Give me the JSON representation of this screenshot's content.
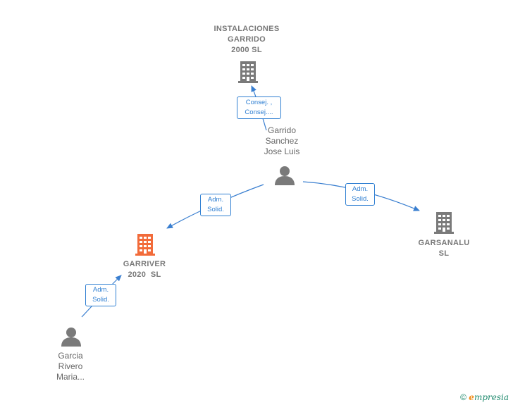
{
  "nodes": {
    "instalaciones": {
      "label_lines": [
        "INSTALACIONES",
        "GARRIDO",
        "2000 SL"
      ],
      "icon": "building-icon",
      "color": "#7a7a7a"
    },
    "garrido_person": {
      "label_lines": [
        "Garrido",
        "Sanchez",
        "Jose Luis"
      ],
      "icon": "person-icon",
      "color": "#7a7a7a"
    },
    "garsanalu": {
      "label_lines": [
        "GARSANALU",
        "SL"
      ],
      "icon": "building-icon",
      "color": "#7a7a7a"
    },
    "garriver": {
      "label_lines": [
        "GARRIVER",
        "2020  SL"
      ],
      "icon": "building-icon",
      "color": "#f26b3a"
    },
    "garcia_person": {
      "label_lines": [
        "Garcia",
        "Rivero",
        "Maria..."
      ],
      "icon": "person-icon",
      "color": "#7a7a7a"
    }
  },
  "relations": {
    "to_instalaciones": [
      "Consej. ,",
      "Consej...."
    ],
    "to_garsanalu": [
      "Adm.",
      "Solid."
    ],
    "to_garriver_from_garrido": [
      "Adm.",
      "Solid."
    ],
    "to_garriver_from_garcia": [
      "Adm.",
      "Solid."
    ]
  },
  "footer": {
    "copyright": "©",
    "brand_initial": "e",
    "brand_rest": "mpresia"
  },
  "colors": {
    "edge": "#3a7fd0",
    "neutral_icon": "#7a7a7a",
    "highlight_icon": "#f26b3a"
  }
}
